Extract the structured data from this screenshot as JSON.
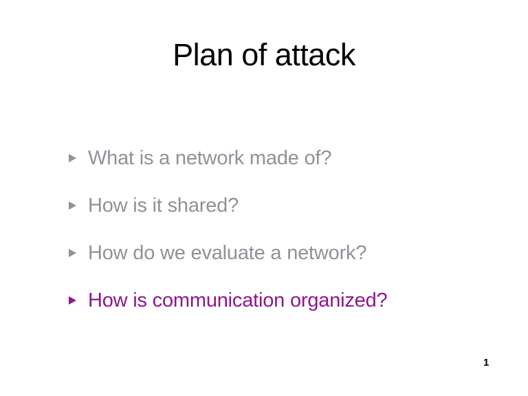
{
  "slide": {
    "title": "Plan of attack",
    "bullets": [
      {
        "text": "What is a network made of?",
        "style": "muted"
      },
      {
        "text": "How is it shared?",
        "style": "muted"
      },
      {
        "text": "How do we evaluate a network?",
        "style": "muted"
      },
      {
        "text": "How is communication organized?",
        "style": "accent"
      }
    ],
    "page_number": "1",
    "colors": {
      "background": "#ffffff",
      "title_text": "#000000",
      "muted_text": "#8e9299",
      "accent_text": "#8e168e"
    }
  }
}
